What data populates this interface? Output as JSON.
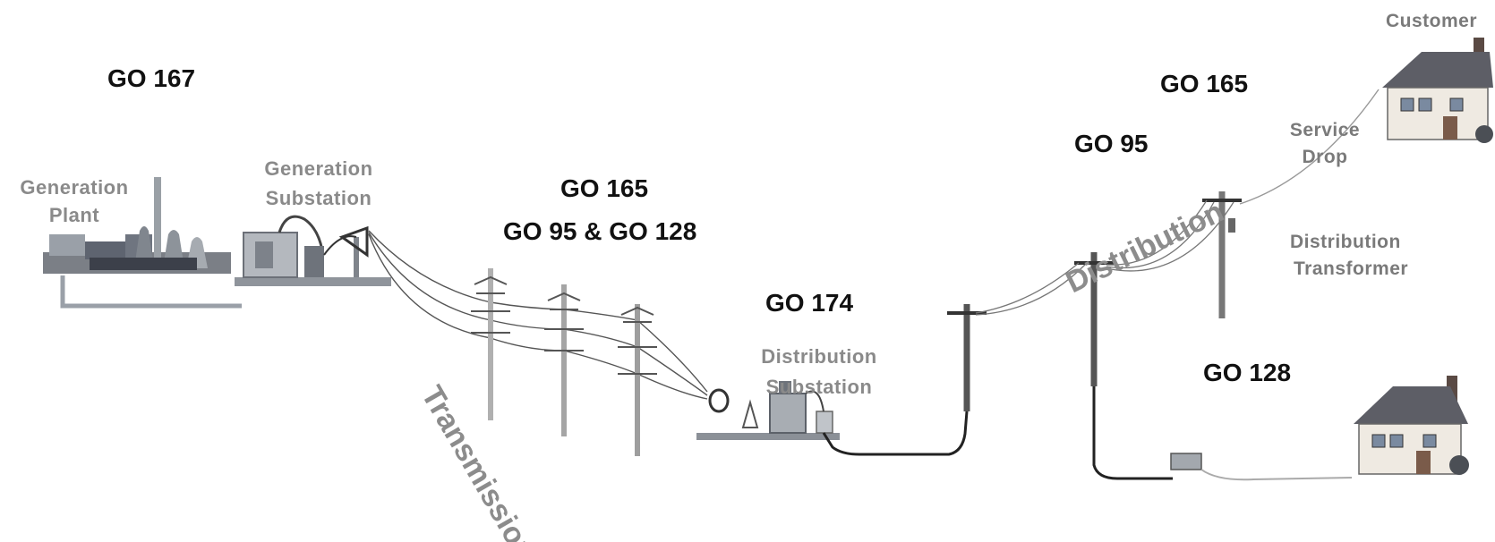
{
  "regulations": {
    "go167": "GO 167",
    "go165_top": "GO 165",
    "go95_top": "GO 95",
    "go165_mid": "GO 165",
    "go95_128": "GO 95 & GO 128",
    "go174": "GO 174",
    "go128": "GO 128"
  },
  "labels": {
    "customer": "Customer",
    "generation_plant_1": "Generation",
    "generation_plant_2": "Plant",
    "generation_substation_1": "Generation",
    "generation_substation_2": "Substation",
    "distribution_substation_1": "Distribution",
    "distribution_substation_2": "Substation",
    "service_drop_1": "Service",
    "service_drop_2": "Drop",
    "distribution_transformer_1": "Distribution",
    "distribution_transformer_2": "Transformer",
    "transmission": "Transmission",
    "distribution": "Distribution"
  },
  "colors": {
    "regulation_text": "#111111",
    "label_text": "#8a8a8a",
    "wire": "#555555",
    "underground_cable": "#222222"
  }
}
